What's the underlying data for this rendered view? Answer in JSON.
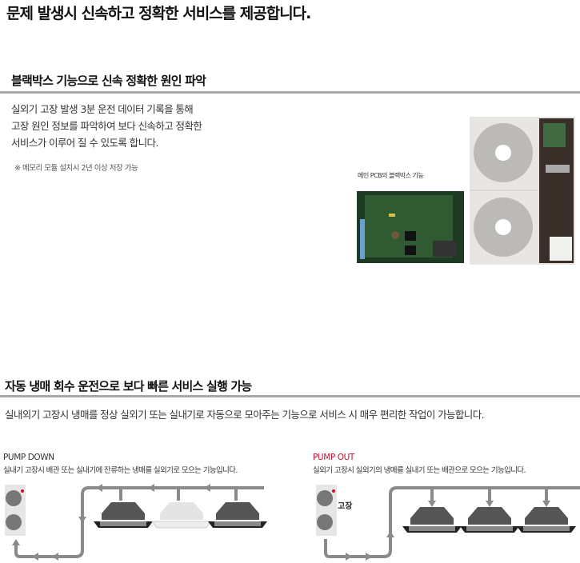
{
  "title": "문제 발생시 신속하고 정확한 서비스를 제공합니다.",
  "section1": {
    "heading": "블랙박스 기능으로 신속 정확한 원인 파악",
    "lines": [
      "실외기 고장 발생 3분 운전 데이터 기록을 통해",
      "고장 원인 정보를 파악하여 보다 신속하고 정확한",
      "서비스가 이루어 질 수 있도록 합니다."
    ],
    "note": "※ 메모리 모듈 설치시 2년 이상 저장 가능",
    "caption": "메인 PCB의 블랙박스 기능"
  },
  "section2": {
    "heading": "자동 냉매 회수 운전으로 보다 빠른 서비스 실행 가능",
    "body": "실내외기 고장시 냉매를 정상 실외기 또는 실내기로 자동으로 모아주는 기능으로 서비스 시 매우 편리한 작업이 가능합니다.",
    "pump_down": {
      "label": "PUMP DOWN",
      "desc": "실내기 고장시 배관 또는 실내기에 잔류하는 냉매를 실외기로 모으는 기능입니다."
    },
    "pump_out": {
      "label": "PUMP OUT",
      "desc": "실외기 고장시 실외기의 냉매를 실내기 또는 배관으로 모으는 기능입니다.",
      "fault_label": "고장"
    }
  },
  "colors": {
    "pump_out": "#c8102e",
    "pipe": "#8a8a8a",
    "rule": "#a8a8a8"
  }
}
